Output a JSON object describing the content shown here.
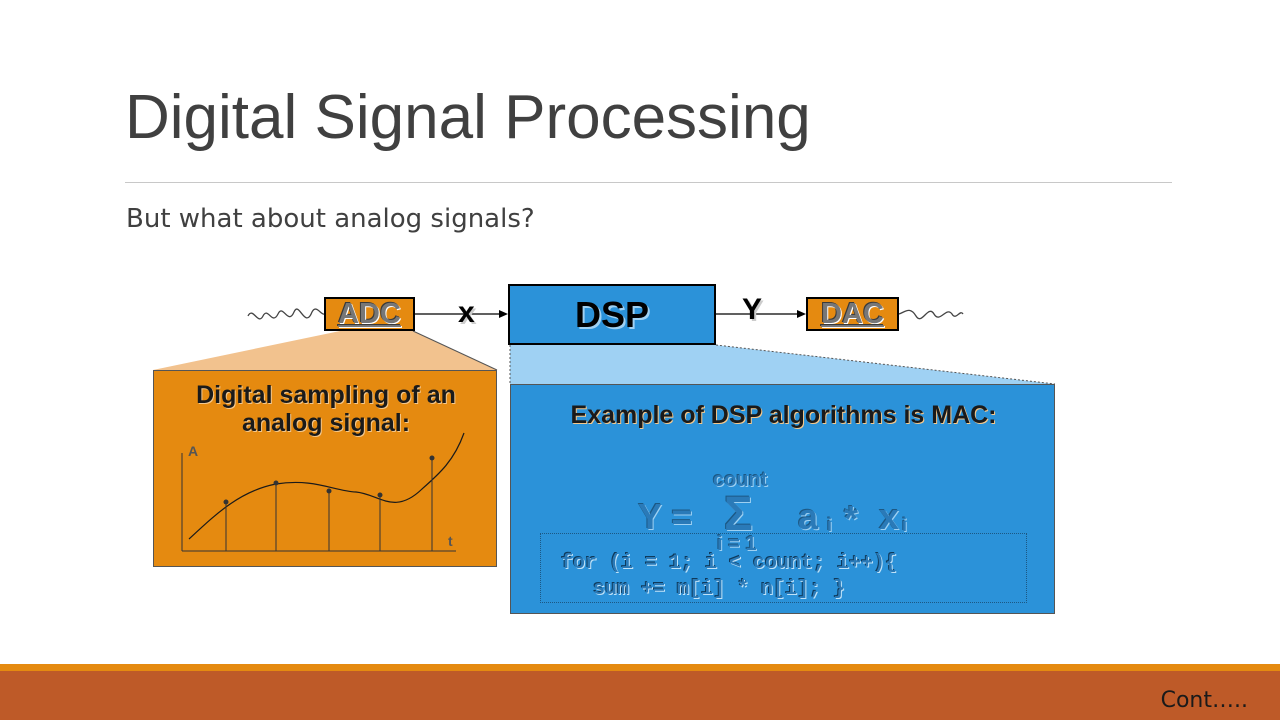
{
  "slide": {
    "title": "Digital Signal Processing",
    "subtitle": "But what about analog signals?",
    "footer": "Cont….."
  },
  "pipeline": {
    "adc_label": "ADC",
    "dsp_label": "DSP",
    "dac_label": "DAC",
    "input_signal": "x",
    "output_signal": "Y"
  },
  "sampling_panel": {
    "heading": "Digital sampling of an analog signal:",
    "y_axis_label": "A",
    "x_axis_label": "t"
  },
  "mac_panel": {
    "heading": "Example of DSP algorithms is MAC:",
    "formula": {
      "upper_limit": "count",
      "lhs": "Y =",
      "sigma": "Σ",
      "term_a": "a",
      "sub_a": "i",
      "times": "*",
      "term_x": "x",
      "sub_x": "i",
      "lower_limit": "i = 1"
    },
    "code": {
      "line1": "for (i = 1; i < count; i++){",
      "line2": "sum += m[i] * n[i]; }"
    }
  },
  "colors": {
    "orange": "#e58a10",
    "blue": "#2b92d9",
    "footer": "#be5a28",
    "text": "#404040"
  }
}
